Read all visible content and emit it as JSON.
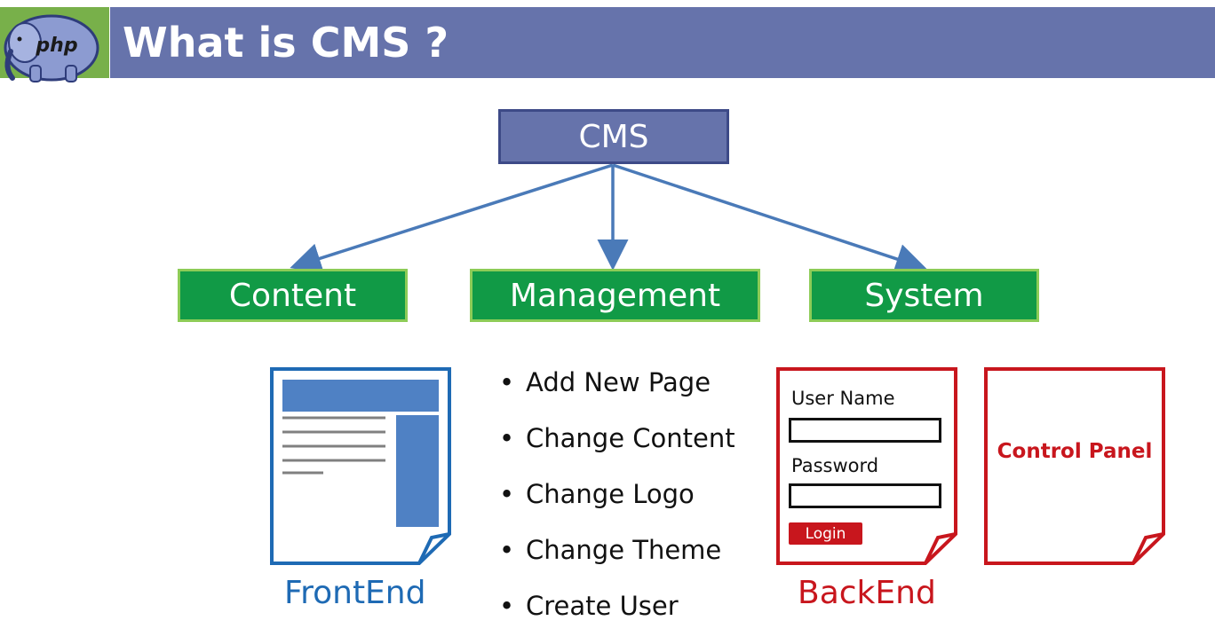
{
  "slide": {
    "title": "What is CMS ?",
    "logo_text": "php"
  },
  "diagram": {
    "root": "CMS",
    "children": [
      "Content",
      "Management",
      "System"
    ],
    "colors": {
      "title_bar": "#6673ab",
      "root_box": "#6673ab",
      "child_box": "#119a46",
      "connector": "#4a7ab8",
      "frontend": "#1e6ab4",
      "backend": "#c8161d"
    }
  },
  "bullets": [
    "Add New Page",
    "Change Content",
    "Change Logo",
    "Change Theme",
    "Create User"
  ],
  "frontend": {
    "caption": "FrontEnd"
  },
  "backend": {
    "caption": "BackEnd",
    "username_label": "User Name",
    "password_label": "Password",
    "login_label": "Login",
    "control_panel_label": "Control Panel"
  }
}
